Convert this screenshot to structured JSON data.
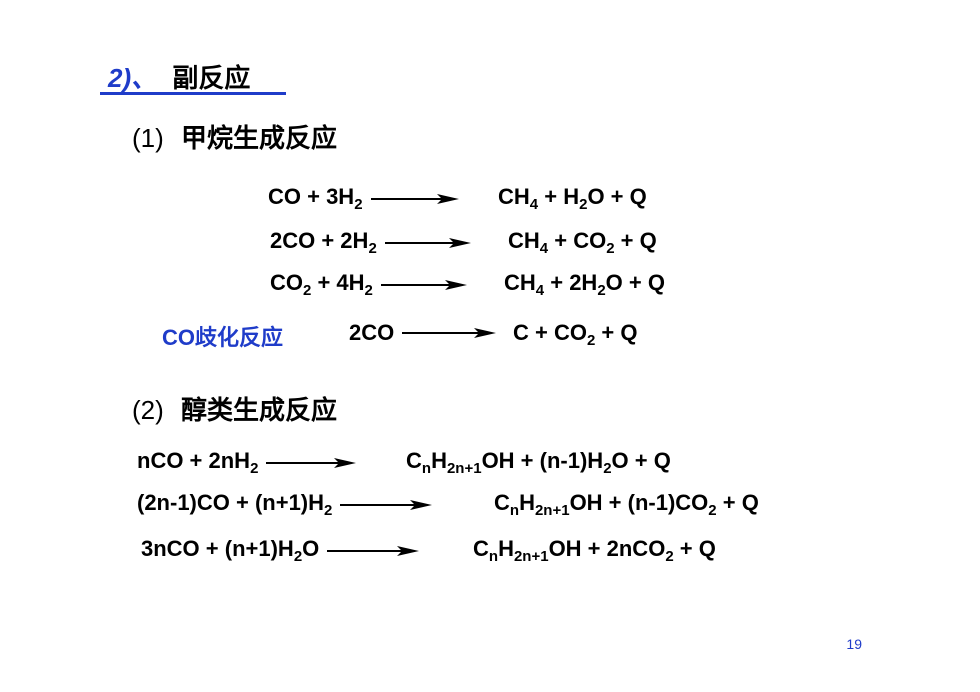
{
  "heading": {
    "number": "2)、",
    "title": "副反应"
  },
  "section1": {
    "label": "(1)",
    "title": "甲烷生成反应",
    "equations": [
      {
        "lhs": [
          "CO + 3H",
          "2"
        ],
        "rhs": [
          "CH",
          "4",
          " + H",
          "2",
          "O + Q"
        ]
      },
      {
        "lhs": [
          "2CO + 2H",
          "2"
        ],
        "rhs": [
          "CH",
          "4",
          " + CO",
          "2",
          " + Q"
        ]
      },
      {
        "lhs": [
          "CO",
          "2",
          " + 4H",
          "2"
        ],
        "rhs": [
          "CH",
          "4",
          " + 2H",
          "2",
          "O + Q"
        ]
      },
      {
        "lhs": [
          "2CO"
        ],
        "rhs": [
          "C + CO",
          "2",
          " + Q"
        ]
      }
    ],
    "side_label": "CO歧化反应"
  },
  "section2": {
    "label": "(2)",
    "title": "醇类生成反应",
    "equations": [
      {
        "lhs": [
          "nCO + 2nH",
          "2"
        ],
        "rhs": [
          "C",
          "n",
          "H",
          "2n+1",
          "OH + (n-1)H",
          "2",
          "O + Q"
        ]
      },
      {
        "lhs": [
          "(2n-1)CO + (n+1)H",
          "2"
        ],
        "rhs": [
          "C",
          "n",
          "H",
          "2n+1",
          "OH + (n-1)CO",
          "2",
          " + Q"
        ]
      },
      {
        "lhs": [
          "3nCO + (n+1)H",
          "2",
          "O"
        ],
        "rhs": [
          "C",
          "n",
          "H",
          "2n+1",
          "OH + 2nCO",
          "2",
          " + Q"
        ]
      }
    ]
  },
  "page_number": "19",
  "colors": {
    "accent": "#1f3cc9",
    "text": "#000000"
  }
}
